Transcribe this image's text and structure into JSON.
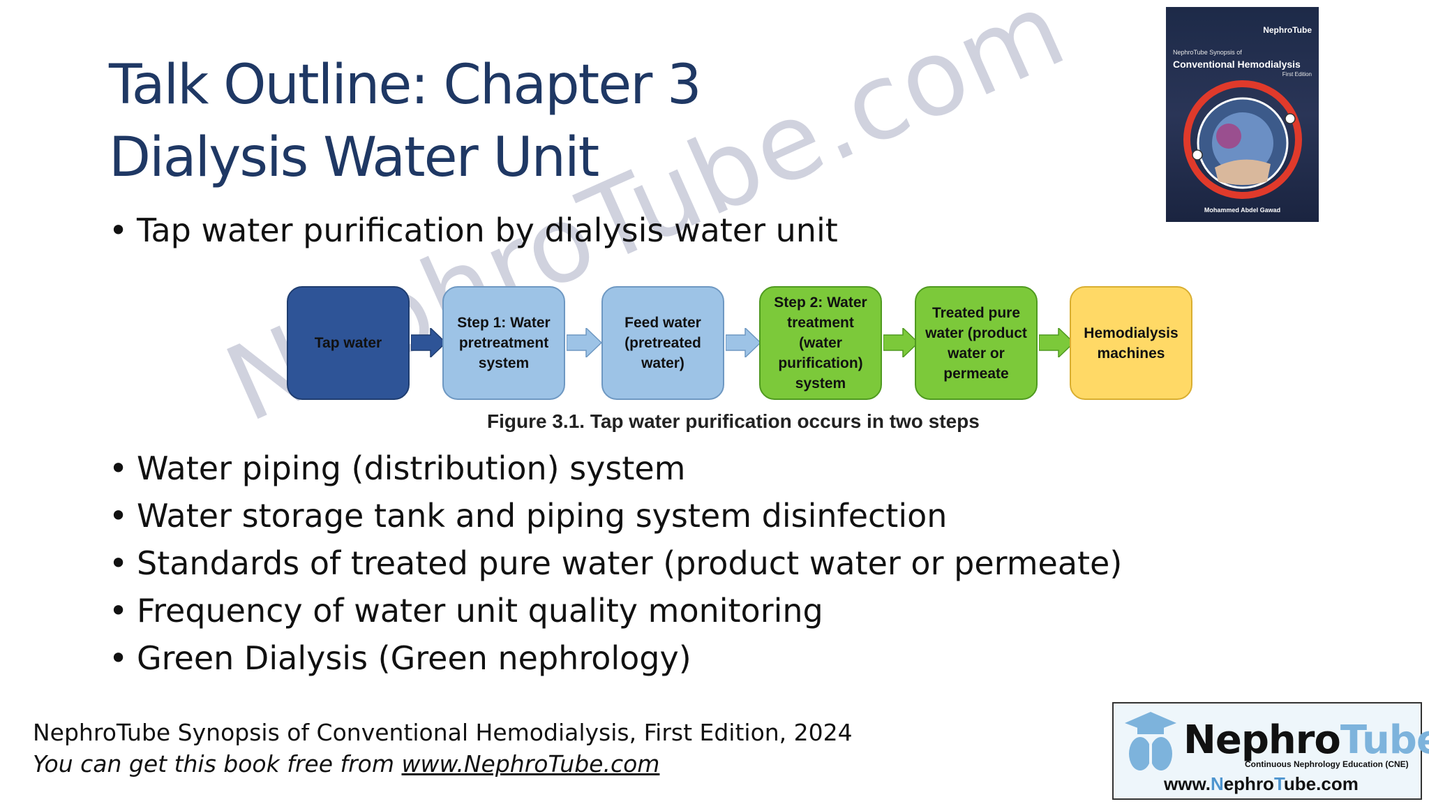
{
  "title": {
    "line1": "Talk Outline: Chapter 3",
    "line2": "Dialysis Water Unit"
  },
  "bullets_top": [
    "Tap water purification by dialysis water unit"
  ],
  "flow": {
    "boxes": [
      "Tap water",
      "Step 1: Water pretreatment system",
      "Feed water (pretreated water)",
      "Step 2: Water treatment (water purification) system",
      "Treated pure water (product water or permeate",
      "Hemodialysis machines"
    ],
    "caption": "Figure 3.1. Tap water purification occurs in two steps",
    "colors": {
      "dark_blue": "#2e5497",
      "light_blue": "#9dc3e6",
      "green": "#7cc93a",
      "yellow": "#ffd966"
    }
  },
  "bullets_bottom": [
    "Water piping (distribution) system",
    "Water storage tank and piping system disinfection",
    "Standards of treated pure water (product water or permeate)",
    "Frequency of water unit quality monitoring",
    "Green Dialysis (Green nephrology)"
  ],
  "bullet_glyph": "•",
  "footer": {
    "line1": "NephroTube Synopsis of Conventional Hemodialysis, First Edition, 2024",
    "line2_prefix": "You can get this book free from ",
    "line2_link": "www.NephroTube.com"
  },
  "cover": {
    "brand": "NephroTube",
    "series": "NephroTube Synopsis of",
    "title": "Conventional Hemodialysis",
    "edition": "First Edition",
    "author": "Mohammed Abdel Gawad"
  },
  "logo": {
    "name_part1": "Nephro",
    "name_part2": "Tube",
    "tagline": "Continuous Nephrology Education (CNE)",
    "url_prefix": "www.",
    "url_hl1": "N",
    "url_mid": "ephro",
    "url_hl2": "T",
    "url_suffix": "ube.com"
  },
  "watermark": "NephroTube.com",
  "title_color": "#1f3864"
}
